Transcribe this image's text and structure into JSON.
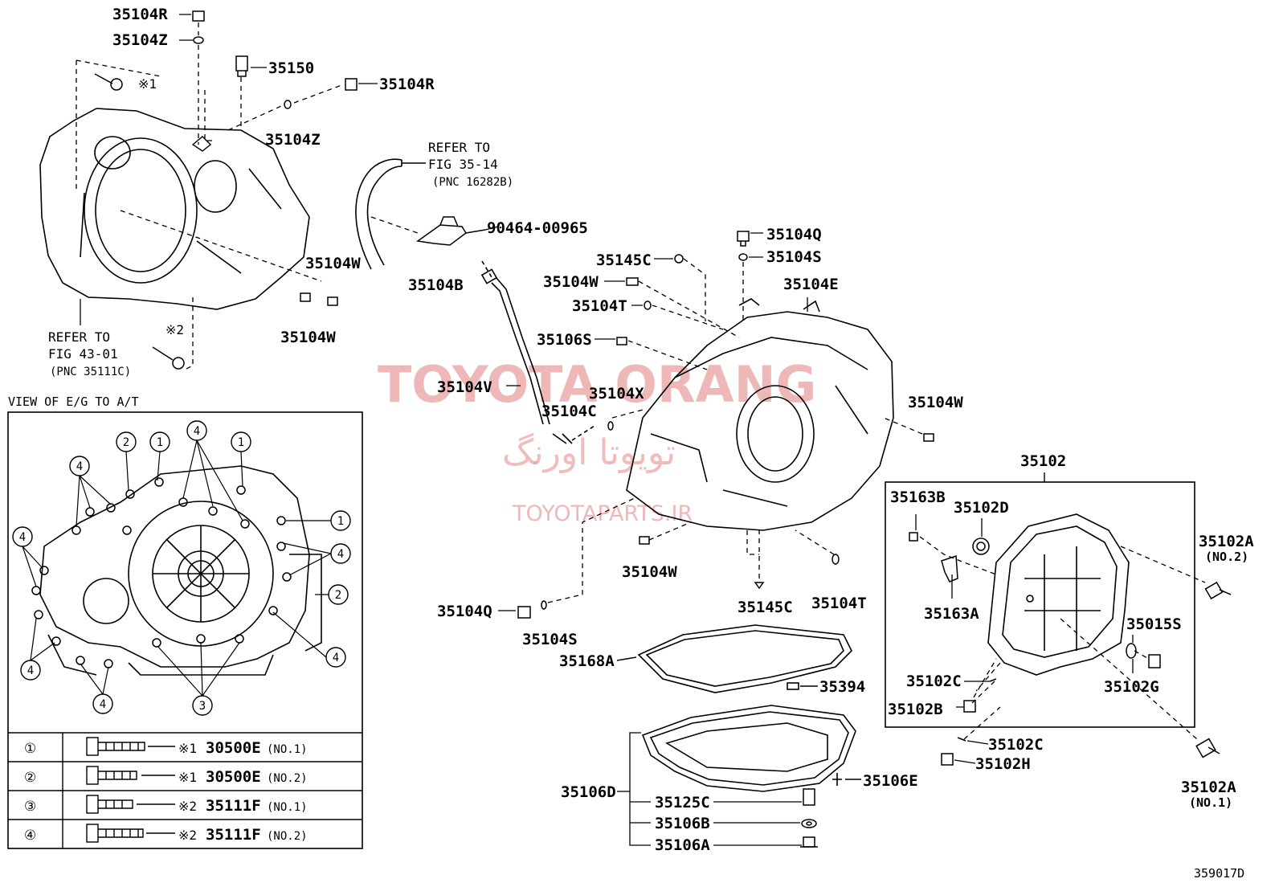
{
  "diagram_id": "359017D",
  "watermark": {
    "main": "TOYOTA ORANG",
    "farsi": "تویوتا اورنگ",
    "site": "TOYOTAPARTS.IR"
  },
  "view_title": "VIEW OF E/G TO A/T",
  "refer_1": {
    "line1": "REFER TO",
    "line2": "FIG 35-14",
    "line3": "(PNC 16282B)"
  },
  "refer_2": {
    "line1": "REFER TO",
    "line2": "FIG 43-01",
    "line3": "(PNC 35111C)"
  },
  "marks": {
    "m1": "※1",
    "m2": "※2"
  },
  "parts": {
    "p35104R_a": "35104R",
    "p35104Z_a": "35104Z",
    "p35150": "35150",
    "p35104R_b": "35104R",
    "p35104Z_b": "35104Z",
    "p35104W_a": "35104W",
    "p35104W_b": "35104W",
    "p90464": "90464-00965",
    "p35104B": "35104B",
    "p35104Q_a": "35104Q",
    "p35104S_a": "35104S",
    "p35145C_a": "35145C",
    "p35104W_c": "35104W",
    "p35104E": "35104E",
    "p35104T_a": "35104T",
    "p35106S": "35106S",
    "p35104V": "35104V",
    "p35104X": "35104X",
    "p35104C": "35104C",
    "p35104W_d": "35104W",
    "p35104W_e": "35104W",
    "p35104Q_b": "35104Q",
    "p35104S_b": "35104S",
    "p35145C_b": "35145C",
    "p35104T_b": "35104T",
    "p35168A": "35168A",
    "p35394": "35394",
    "p35106D": "35106D",
    "p35125C": "35125C",
    "p35106B": "35106B",
    "p35106A": "35106A",
    "p35106E": "35106E",
    "p35102": "35102",
    "p35163B": "35163B",
    "p35102D": "35102D",
    "p35163A": "35163A",
    "p35102A_a": "35102A",
    "p35102A_a_sub": "(NO.2)",
    "p35015S": "35015S",
    "p35102G": "35102G",
    "p35102C_a": "35102C",
    "p35102B": "35102B",
    "p35102C_b": "35102C",
    "p35102H": "35102H",
    "p35102A_b": "35102A",
    "p35102A_b_sub": "(NO.1)"
  },
  "callouts": [
    "1",
    "2",
    "3",
    "4"
  ],
  "legend": [
    {
      "symbol": "①",
      "mark": "※1",
      "part": "30500E",
      "note": "(NO.1)"
    },
    {
      "symbol": "②",
      "mark": "※1",
      "part": "30500E",
      "note": "(NO.2)"
    },
    {
      "symbol": "③",
      "mark": "※2",
      "part": "35111F",
      "note": "(NO.1)"
    },
    {
      "symbol": "④",
      "mark": "※2",
      "part": "35111F",
      "note": "(NO.2)"
    }
  ]
}
